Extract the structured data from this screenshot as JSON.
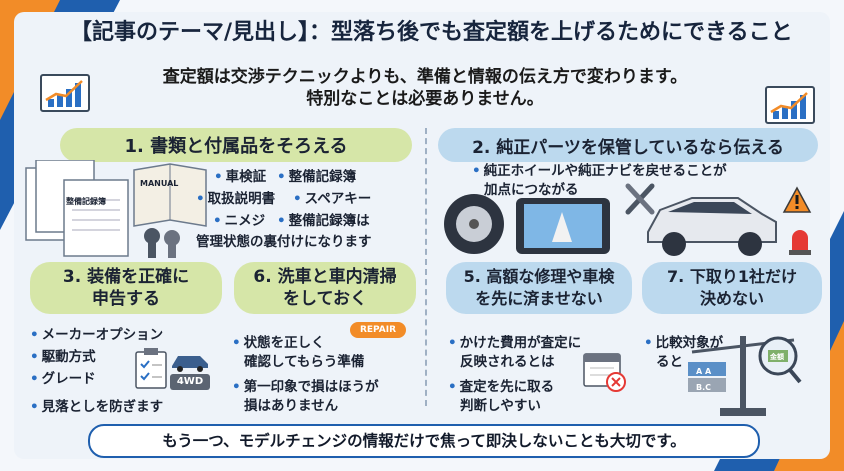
{
  "title": "【記事のテーマ/見出し】：型落ち後でも査定額を上げるためにできること",
  "intro": {
    "line1": "査定額は交渉テクニックよりも、準備と情報の伝え方で変わります。",
    "line2": "特別なことは必要ありません。"
  },
  "sections": [
    {
      "heading": "1. 書類と付属品をそろえる",
      "items": [
        "車検証",
        "整備記録簿",
        "取扱説明書",
        "スペアキー",
        "ニメジ",
        "整備記録簿は"
      ],
      "note": "管理状態の裏付けになります",
      "image_labels": [
        "整備記録簿",
        "MANUAL"
      ]
    },
    {
      "heading": "2. 純正パーツを保管しているなら伝える",
      "items": [
        "純正ホイールや純正ナビを戻せることが"
      ],
      "note": "加点につながる"
    },
    {
      "heading_line1": "3. 装備を正確に",
      "heading_line2": "申告する",
      "items": [
        "メーカーオプション",
        "駆動方式",
        "グレード",
        "見落としを防ぎます"
      ],
      "badge": "4WD"
    },
    {
      "heading_line1": "6. 洗車と車内清掃",
      "heading_line2": "をしておく",
      "items": [
        "状態を正しく",
        "第一印象で損はほうが"
      ],
      "notes": [
        "確認してもらう準備",
        "損はありません"
      ],
      "badge": "REPAIR"
    },
    {
      "heading_line1": "5. 高額な修理や車検",
      "heading_line2": "を先に済ませない",
      "items": [
        "かけた費用が査定に",
        "査定を先に取る"
      ],
      "notes": [
        "反映されるとは",
        "判断しやすい"
      ]
    },
    {
      "heading_line1": "7. 下取り1社だけ",
      "heading_line2": "決めない",
      "items": [
        "比較対象が"
      ],
      "notes": [
        "ると"
      ],
      "scale_labels": [
        "A A",
        "B.C",
        "金額"
      ]
    }
  ],
  "footer": "もう一つ、モデルチェンジの情報だけで焦って即決しないことも大切です。",
  "colors": {
    "navy": "#1f5fae",
    "orange": "#f28c28",
    "green_pill": "#d6e6a8",
    "blue_pill": "#bcd9ee"
  }
}
